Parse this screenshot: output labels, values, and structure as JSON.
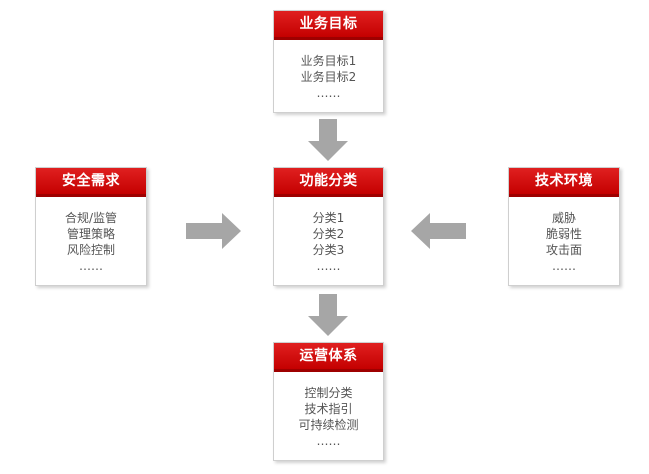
{
  "colors": {
    "header": "#d40000",
    "arrow": "#a6a6a6",
    "text": "#555555"
  },
  "boxes": {
    "business": {
      "title": "业务目标",
      "items": [
        "业务目标1",
        "业务目标2",
        "……"
      ]
    },
    "security": {
      "title": "安全需求",
      "items": [
        "合规/监管",
        "管理策略",
        "风险控制",
        "……"
      ]
    },
    "function": {
      "title": "功能分类",
      "items": [
        "分类1",
        "分类2",
        "分类3",
        "……"
      ]
    },
    "tech": {
      "title": "技术环境",
      "items": [
        "威胁",
        "脆弱性",
        "攻击面",
        "……"
      ]
    },
    "operations": {
      "title": "运营体系",
      "items": [
        "控制分类",
        "技术指引",
        "可持续检测",
        "……"
      ]
    }
  }
}
